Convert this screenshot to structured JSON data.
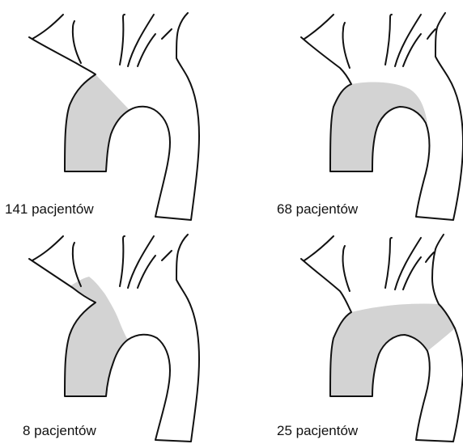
{
  "colors": {
    "outline": "#111111",
    "shading": "#d3d3d3",
    "background": "#ffffff"
  },
  "panels": [
    {
      "label": "141 pacjentów",
      "shading": "ascending-to-brachiocephalic"
    },
    {
      "label": "68 pacjentów",
      "shading": "ascending-through-arch-to-left-subclavian"
    },
    {
      "label": "8 pacjentów",
      "shading": "ascending-into-brachiocephalic"
    },
    {
      "label": "25 pacjentów",
      "shading": "ascending-through-arch-beyond-left-subclavian"
    }
  ]
}
